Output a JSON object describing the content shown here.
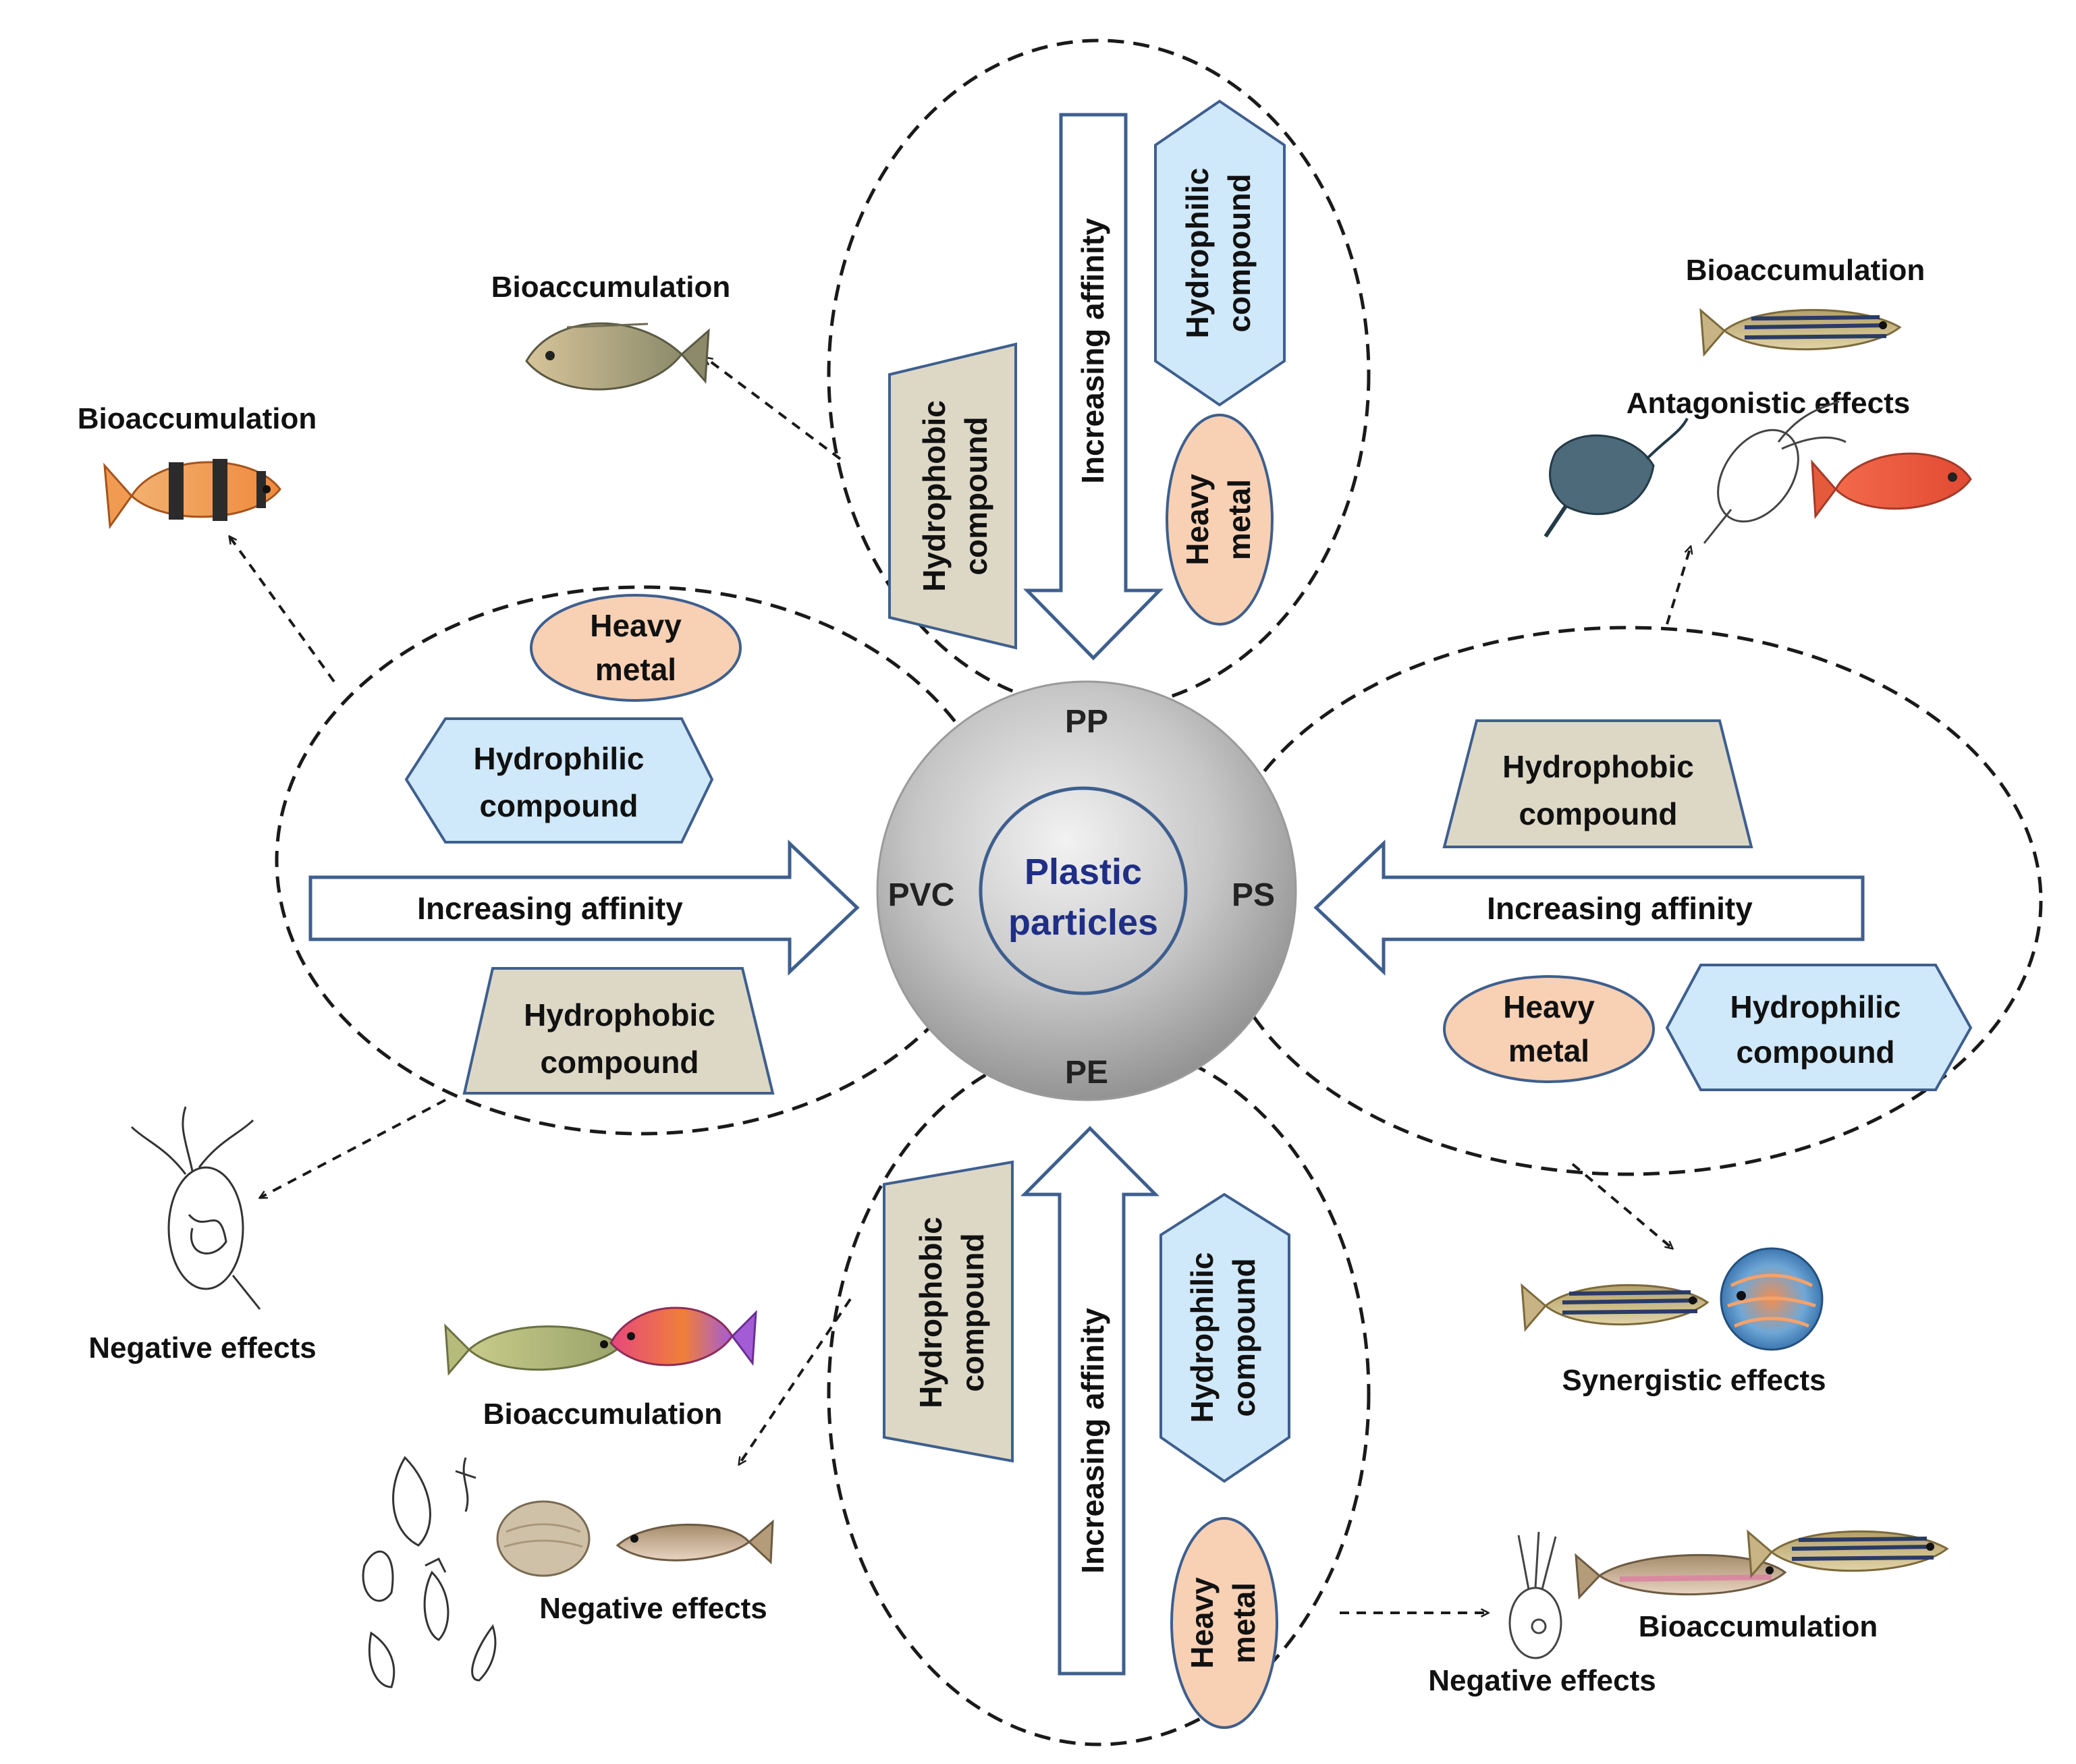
{
  "center": {
    "line1": "Plastic",
    "line2": "particles"
  },
  "polymers": {
    "pp": "PP",
    "pvc": "PVC",
    "ps": "PS",
    "pe": "PE"
  },
  "shapes": {
    "hydrophobic": [
      "Hydrophobic",
      "compound"
    ],
    "hydrophilic": [
      "Hydrophilic",
      "compound"
    ],
    "heavy_metal": [
      "Heavy",
      "metal"
    ],
    "affinity": "Increasing affinity"
  },
  "effects": {
    "pp_bioaccumulation": "Bioaccumulation",
    "pvc_bioaccumulation": "Bioaccumulation",
    "pvc_negative": "Negative effects",
    "ps_bioaccumulation": "Bioaccumulation",
    "ps_antagonistic": "Antagonistic effects",
    "ps_synergistic": "Synergistic effects",
    "pe_bioaccumulation_left": "Bioaccumulation",
    "pe_negative_left": "Negative effects",
    "pe_bioaccumulation_right": "Bioaccumulation",
    "pe_negative_right": "Negative effects"
  },
  "colors": {
    "hydrophobic_fill": "#ddd8c6",
    "hydrophilic_fill": "#cfe8fa",
    "heavy_metal_fill": "#f8d0b4",
    "outline": "#3e5f8e",
    "center_text": "#1f2f86"
  },
  "icons": [
    "fish-icon",
    "zooplankton-icon",
    "clam-icon",
    "protozoa-icon",
    "ciliate-icon"
  ]
}
